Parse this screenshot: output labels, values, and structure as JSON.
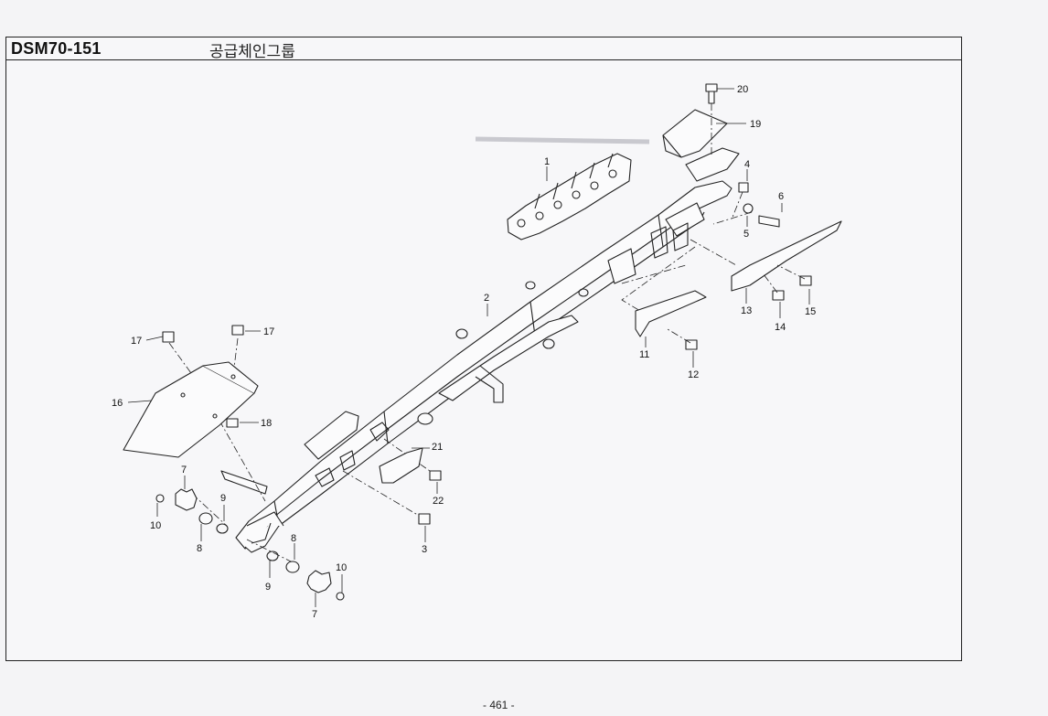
{
  "header": {
    "model_code": "DSM70-151",
    "group_title": "공급체인그룹"
  },
  "callouts": [
    {
      "id": "c20",
      "label": "20"
    },
    {
      "id": "c19",
      "label": "19"
    },
    {
      "id": "c1",
      "label": "1"
    },
    {
      "id": "c4",
      "label": "4"
    },
    {
      "id": "c6",
      "label": "6"
    },
    {
      "id": "c5",
      "label": "5"
    },
    {
      "id": "c2",
      "label": "2"
    },
    {
      "id": "c13",
      "label": "13"
    },
    {
      "id": "c14",
      "label": "14"
    },
    {
      "id": "c15",
      "label": "15"
    },
    {
      "id": "c11",
      "label": "11"
    },
    {
      "id": "c12",
      "label": "12"
    },
    {
      "id": "c17a",
      "label": "17"
    },
    {
      "id": "c17b",
      "label": "17"
    },
    {
      "id": "c16",
      "label": "16"
    },
    {
      "id": "c18",
      "label": "18"
    },
    {
      "id": "c21",
      "label": "21"
    },
    {
      "id": "c22",
      "label": "22"
    },
    {
      "id": "c3",
      "label": "3"
    },
    {
      "id": "c7a",
      "label": "7"
    },
    {
      "id": "c9a",
      "label": "9"
    },
    {
      "id": "c10a",
      "label": "10"
    },
    {
      "id": "c8a",
      "label": "8"
    },
    {
      "id": "c8b",
      "label": "8"
    },
    {
      "id": "c9b",
      "label": "9"
    },
    {
      "id": "c10b",
      "label": "10"
    },
    {
      "id": "c7b",
      "label": "7"
    }
  ],
  "footer": {
    "page_number": "- 461 -"
  }
}
